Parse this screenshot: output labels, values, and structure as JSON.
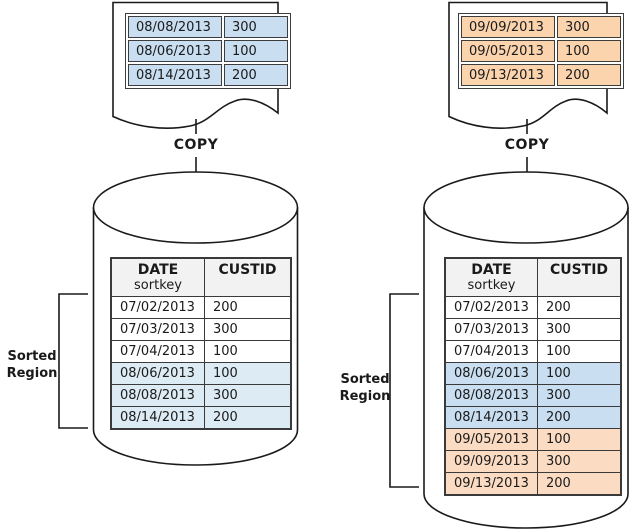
{
  "colors": {
    "white": "#FFFFFF",
    "doc_blue": "#C9DEF1",
    "doc_orange": "#FBD3AD",
    "row_blue_light": "#DCEBF4",
    "row_blue": "#C9DEF1",
    "row_orange": "#FBDCC3",
    "header_gray": "#F2F2F2",
    "outline": "#1A1A1A"
  },
  "left": {
    "copy_label": "COPY",
    "doc_rows": [
      {
        "date": "08/08/2013",
        "custid": "300",
        "bg": "doc_blue"
      },
      {
        "date": "08/06/2013",
        "custid": "100",
        "bg": "doc_blue"
      },
      {
        "date": "08/14/2013",
        "custid": "200",
        "bg": "doc_blue"
      }
    ],
    "table": {
      "header": {
        "date_title": "DATE",
        "date_sub": "sortkey",
        "custid_title": "CUSTID",
        "bg": "header_gray"
      },
      "rows": [
        {
          "date": "07/02/2013",
          "custid": "200",
          "bg": "white"
        },
        {
          "date": "07/03/2013",
          "custid": "300",
          "bg": "white"
        },
        {
          "date": "07/04/2013",
          "custid": "100",
          "bg": "white"
        },
        {
          "date": "08/06/2013",
          "custid": "100",
          "bg": "row_blue_light"
        },
        {
          "date": "08/08/2013",
          "custid": "300",
          "bg": "row_blue_light"
        },
        {
          "date": "08/14/2013",
          "custid": "200",
          "bg": "row_blue_light"
        }
      ]
    },
    "sorted_region": {
      "line1": "Sorted",
      "line2": "Region"
    }
  },
  "right": {
    "copy_label": "COPY",
    "doc_rows": [
      {
        "date": "09/09/2013",
        "custid": "300",
        "bg": "doc_orange"
      },
      {
        "date": "09/05/2013",
        "custid": "100",
        "bg": "doc_orange"
      },
      {
        "date": "09/13/2013",
        "custid": "200",
        "bg": "doc_orange"
      }
    ],
    "table": {
      "header": {
        "date_title": "DATE",
        "date_sub": "sortkey",
        "custid_title": "CUSTID",
        "bg": "header_gray"
      },
      "rows": [
        {
          "date": "07/02/2013",
          "custid": "200",
          "bg": "white"
        },
        {
          "date": "07/03/2013",
          "custid": "300",
          "bg": "white"
        },
        {
          "date": "07/04/2013",
          "custid": "100",
          "bg": "white"
        },
        {
          "date": "08/06/2013",
          "custid": "100",
          "bg": "row_blue"
        },
        {
          "date": "08/08/2013",
          "custid": "300",
          "bg": "row_blue"
        },
        {
          "date": "08/14/2013",
          "custid": "200",
          "bg": "row_blue"
        },
        {
          "date": "09/05/2013",
          "custid": "100",
          "bg": "row_orange"
        },
        {
          "date": "09/09/2013",
          "custid": "300",
          "bg": "row_orange"
        },
        {
          "date": "09/13/2013",
          "custid": "200",
          "bg": "row_orange"
        }
      ]
    },
    "sorted_region": {
      "line1": "Sorted",
      "line2": "Region"
    }
  }
}
